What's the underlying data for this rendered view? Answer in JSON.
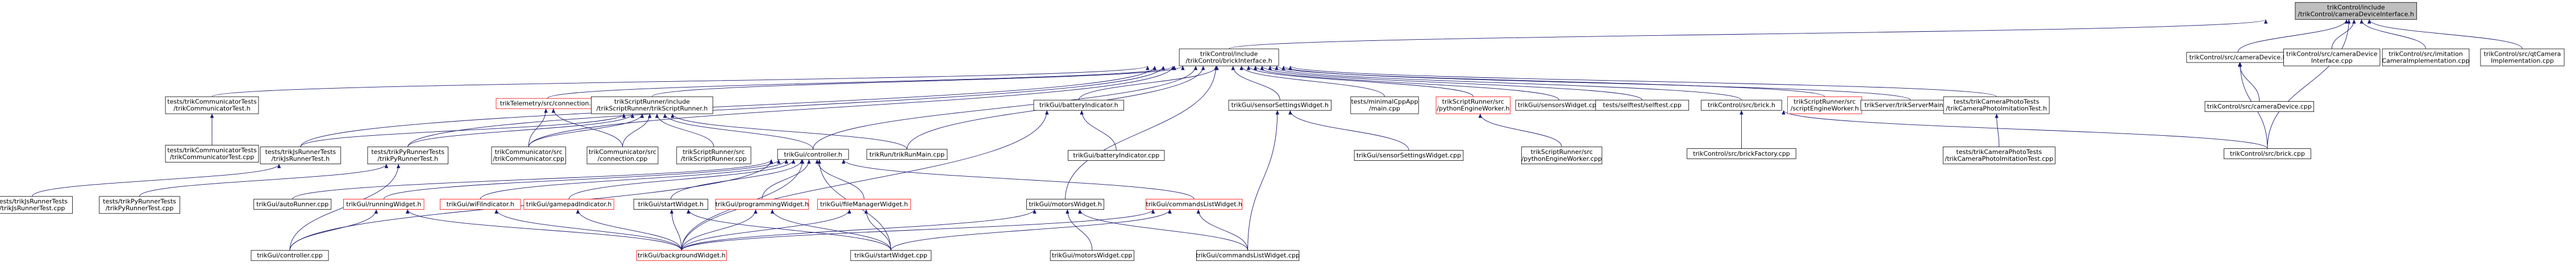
{
  "nodes": [
    {
      "id": "root",
      "lines": [
        "trikControl/include",
        "/trikControl/cameraDeviceInterface.h"
      ],
      "red": false
    },
    {
      "id": "brick_interface",
      "lines": [
        "trikControl/include",
        "/trikControl/brickInterface.h"
      ],
      "red": false
    },
    {
      "id": "camera_device_h",
      "lines": [
        "trikControl/src/cameraDevice.h"
      ],
      "red": false
    },
    {
      "id": "camera_device_interface_cpp",
      "lines": [
        "trikControl/src/cameraDevice",
        "Interface.cpp"
      ],
      "red": false
    },
    {
      "id": "imitation_camera_cpp",
      "lines": [
        "trikControl/src/imitation",
        "CameraImplementation.cpp"
      ],
      "red": false
    },
    {
      "id": "qt_camera_cpp",
      "lines": [
        "trikControl/src/qtCamera",
        "Implementation.cpp"
      ],
      "red": false
    },
    {
      "id": "comm_test_h",
      "lines": [
        "tests/trikCommunicatorTests",
        "/trikCommunicatorTest.h"
      ],
      "red": false
    },
    {
      "id": "telemetry_connection",
      "lines": [
        "trikTelemetry/src/connection.h"
      ],
      "red": true
    },
    {
      "id": "script_runner_h",
      "lines": [
        "trikScriptRunner/include",
        "/trikScriptRunner/trikScriptRunner.h"
      ],
      "red": false
    },
    {
      "id": "battery_indicator_h",
      "lines": [
        "trikGui/batteryIndicator.h"
      ],
      "red": false
    },
    {
      "id": "sensor_settings_widget_h",
      "lines": [
        "trikGui/sensorSettingsWidget.h"
      ],
      "red": false
    },
    {
      "id": "minimal_cpp_app",
      "lines": [
        "tests/minimalCppApp",
        "/main.cpp"
      ],
      "red": false
    },
    {
      "id": "python_engine_worker_h",
      "lines": [
        "trikScriptRunner/src",
        "/pythonEngineWorker.h"
      ],
      "red": true
    },
    {
      "id": "sensors_widget_cpp",
      "lines": [
        "trikGui/sensorsWidget.cpp"
      ],
      "red": false
    },
    {
      "id": "selftest_cpp",
      "lines": [
        "tests/selftest/selftest.cpp"
      ],
      "red": false
    },
    {
      "id": "brick_h",
      "lines": [
        "trikControl/src/brick.h"
      ],
      "red": false
    },
    {
      "id": "script_engine_worker_h",
      "lines": [
        "trikScriptRunner/src",
        "/scriptEngineWorker.h"
      ],
      "red": true
    },
    {
      "id": "trik_server_main",
      "lines": [
        "trikServer/trikServerMain.cpp"
      ],
      "red": false
    },
    {
      "id": "camera_photo_test_h",
      "lines": [
        "tests/trikCameraPhotoTests",
        "/trikCameraPhotoImitationTest.h"
      ],
      "red": false
    },
    {
      "id": "camera_device_cpp",
      "lines": [
        "trikControl/src/cameraDevice.cpp"
      ],
      "red": false
    },
    {
      "id": "comm_test_cpp",
      "lines": [
        "tests/trikCommunicatorTests",
        "/trikCommunicatorTest.cpp"
      ],
      "red": false
    },
    {
      "id": "js_runner_test_h",
      "lines": [
        "tests/trikJsRunnerTests",
        "/trikJsRunnerTest.h"
      ],
      "red": false
    },
    {
      "id": "py_runner_test_h",
      "lines": [
        "tests/trikPyRunnerTests",
        "/trikPyRunnerTest.h"
      ],
      "red": false
    },
    {
      "id": "trik_communicator_cpp",
      "lines": [
        "trikCommunicator/src",
        "/trikCommunicator.cpp"
      ],
      "red": false
    },
    {
      "id": "connection_cpp",
      "lines": [
        "trikCommunicator/src",
        "/connection.cpp"
      ],
      "red": false
    },
    {
      "id": "trik_script_runner_cpp",
      "lines": [
        "trikScriptRunner/src",
        "/trikScriptRunner.cpp"
      ],
      "red": false
    },
    {
      "id": "controller_h",
      "lines": [
        "trikGui/controller.h"
      ],
      "red": false
    },
    {
      "id": "trik_run_main",
      "lines": [
        "trikRun/trikRunMain.cpp"
      ],
      "red": false
    },
    {
      "id": "battery_indicator_cpp",
      "lines": [
        "trikGui/batteryIndicator.cpp"
      ],
      "red": false
    },
    {
      "id": "sensor_settings_widget_cpp",
      "lines": [
        "trikGui/sensorSettingsWidget.cpp"
      ],
      "red": false
    },
    {
      "id": "python_engine_worker_cpp",
      "lines": [
        "trikScriptRunner/src",
        "/pythonEngineWorker.cpp"
      ],
      "red": false
    },
    {
      "id": "brick_factory_cpp",
      "lines": [
        "trikControl/src/brickFactory.cpp"
      ],
      "red": false
    },
    {
      "id": "camera_photo_test_cpp",
      "lines": [
        "tests/trikCameraPhotoTests",
        "/trikCameraPhotoImitationTest.cpp"
      ],
      "red": false
    },
    {
      "id": "brick_cpp",
      "lines": [
        "trikControl/src/brick.cpp"
      ],
      "red": false
    },
    {
      "id": "js_runner_test_cpp",
      "lines": [
        "tests/trikJsRunnerTests",
        "/trikJsRunnerTest.cpp"
      ],
      "red": false
    },
    {
      "id": "py_runner_test_cpp",
      "lines": [
        "tests/trikPyRunnerTests",
        "/trikPyRunnerTest.cpp"
      ],
      "red": false
    },
    {
      "id": "autorunner_cpp",
      "lines": [
        "trikGui/autoRunner.cpp"
      ],
      "red": false
    },
    {
      "id": "running_widget_h",
      "lines": [
        "trikGui/runningWidget.h"
      ],
      "red": true
    },
    {
      "id": "wifi_indicator_h",
      "lines": [
        "trikGui/wiFiIndicator.h"
      ],
      "red": true
    },
    {
      "id": "gamepad_indicator_h",
      "lines": [
        "trikGui/gamepadIndicator.h"
      ],
      "red": true
    },
    {
      "id": "start_widget_h",
      "lines": [
        "trikGui/startWidget.h"
      ],
      "red": false
    },
    {
      "id": "programming_widget_h",
      "lines": [
        "trikGui/programmingWidget.h"
      ],
      "red": true
    },
    {
      "id": "file_manager_widget_h",
      "lines": [
        "trikGui/fileManagerWidget.h"
      ],
      "red": true
    },
    {
      "id": "motors_widget_h",
      "lines": [
        "trikGui/motorsWidget.h"
      ],
      "red": false
    },
    {
      "id": "commands_list_widget_h",
      "lines": [
        "trikGui/commandsListWidget.h"
      ],
      "red": true
    },
    {
      "id": "controller_cpp",
      "lines": [
        "trikGui/controller.cpp"
      ],
      "red": false
    },
    {
      "id": "background_widget_h",
      "lines": [
        "trikGui/backgroundWidget.h"
      ],
      "red": true
    },
    {
      "id": "start_widget_cpp",
      "lines": [
        "trikGui/startWidget.cpp"
      ],
      "red": false
    },
    {
      "id": "motors_widget_cpp",
      "lines": [
        "trikGui/motorsWidget.cpp"
      ],
      "red": false
    },
    {
      "id": "commands_list_widget_cpp",
      "lines": [
        "trikGui/commandsListWidget.cpp"
      ],
      "red": false
    }
  ]
}
